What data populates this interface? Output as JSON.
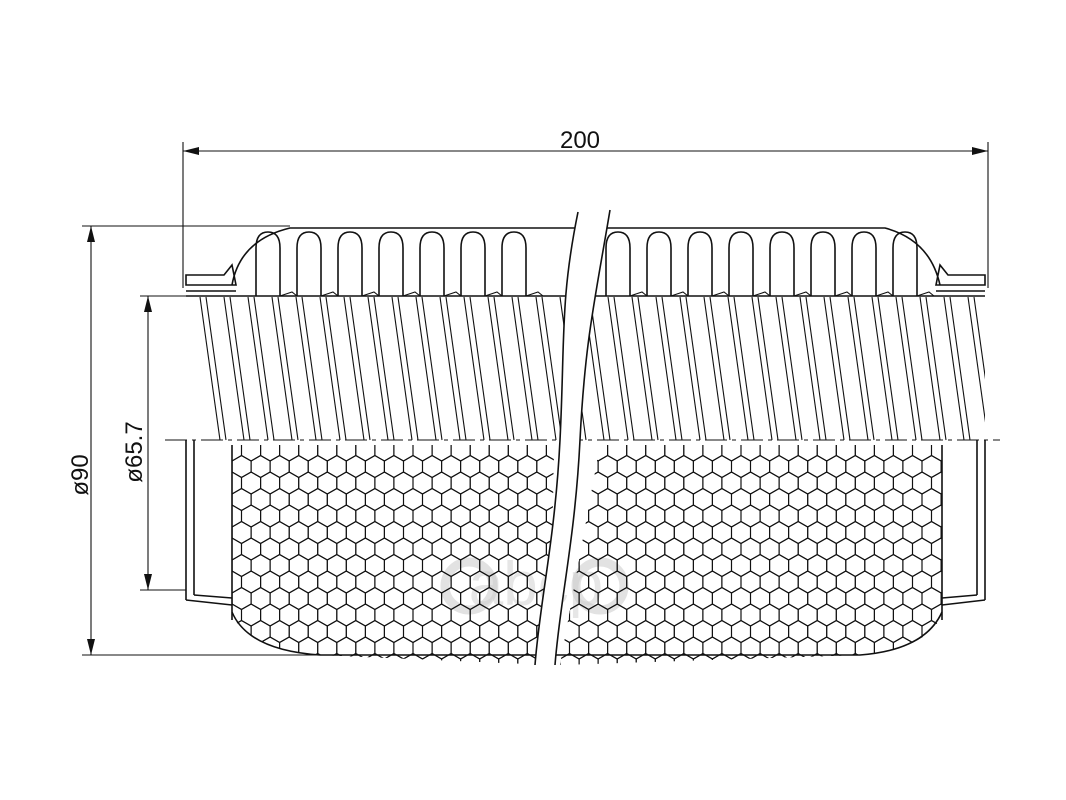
{
  "dimensions": {
    "overall_length": "200",
    "outer_diameter": "ø90",
    "inner_diameter": "ø65.7"
  },
  "watermark": {
    "brand": "abcp"
  }
}
